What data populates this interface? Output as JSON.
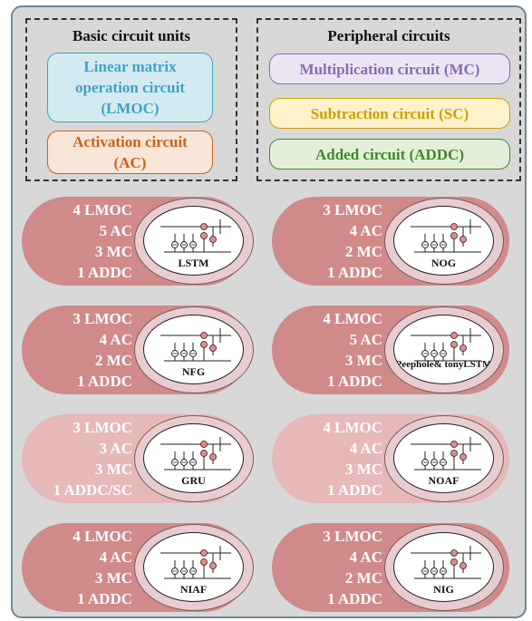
{
  "legend": {
    "basic_title": "Basic circuit units",
    "peripheral_title": "Peripheral circuits",
    "lmoc_label": "Linear matrix operation circuit (LMOC)",
    "ac_label": "Activation circuit (AC)",
    "mc_label": "Multiplication circuit (MC)",
    "sc_label": "Subtraction circuit (SC)",
    "addc_label": "Added circuit (ADDC)",
    "colors": {
      "lmoc": "#d4eaf1",
      "lmoc_text": "#3fa3c4",
      "ac": "#f8e6d8",
      "ac_text": "#c8621e",
      "mc": "#ece6f4",
      "mc_text": "#8a6ab5",
      "sc": "#fdf2c9",
      "sc_text": "#cf9f05",
      "addc": "#e4efd9",
      "addc_text": "#3d8a2c"
    }
  },
  "variants": [
    {
      "name": "LSTM",
      "lines": [
        "4 LMOC",
        "5 AC",
        "3 MC",
        "1 ADDC"
      ],
      "shade": "dark"
    },
    {
      "name": "NOG",
      "lines": [
        "3 LMOC",
        "4 AC",
        "2 MC",
        "1 ADDC"
      ],
      "shade": "dark"
    },
    {
      "name": "NFG",
      "lines": [
        "3 LMOC",
        "4 AC",
        "2 MC",
        "1 ADDC"
      ],
      "shade": "dark"
    },
    {
      "name": "Peephole& tonyLSTM",
      "lines": [
        "4 LMOC",
        "5 AC",
        "3 MC",
        "1 ADDC"
      ],
      "shade": "dark"
    },
    {
      "name": "GRU",
      "lines": [
        "3 LMOC",
        "3 AC",
        "3 MC",
        "1 ADDC/SC"
      ],
      "shade": "light"
    },
    {
      "name": "NOAF",
      "lines": [
        "4 LMOC",
        "4 AC",
        "3 MC",
        "1 ADDC"
      ],
      "shade": "light"
    },
    {
      "name": "NIAF",
      "lines": [
        "4 LMOC",
        "4 AC",
        "3 MC",
        "1 ADDC"
      ],
      "shade": "dark"
    },
    {
      "name": "NIG",
      "lines": [
        "3 LMOC",
        "4 AC",
        "2 MC",
        "1 ADDC"
      ],
      "shade": "dark"
    }
  ],
  "shade_colors": {
    "dark": "#d08a89",
    "light": "#e6b8b8"
  }
}
